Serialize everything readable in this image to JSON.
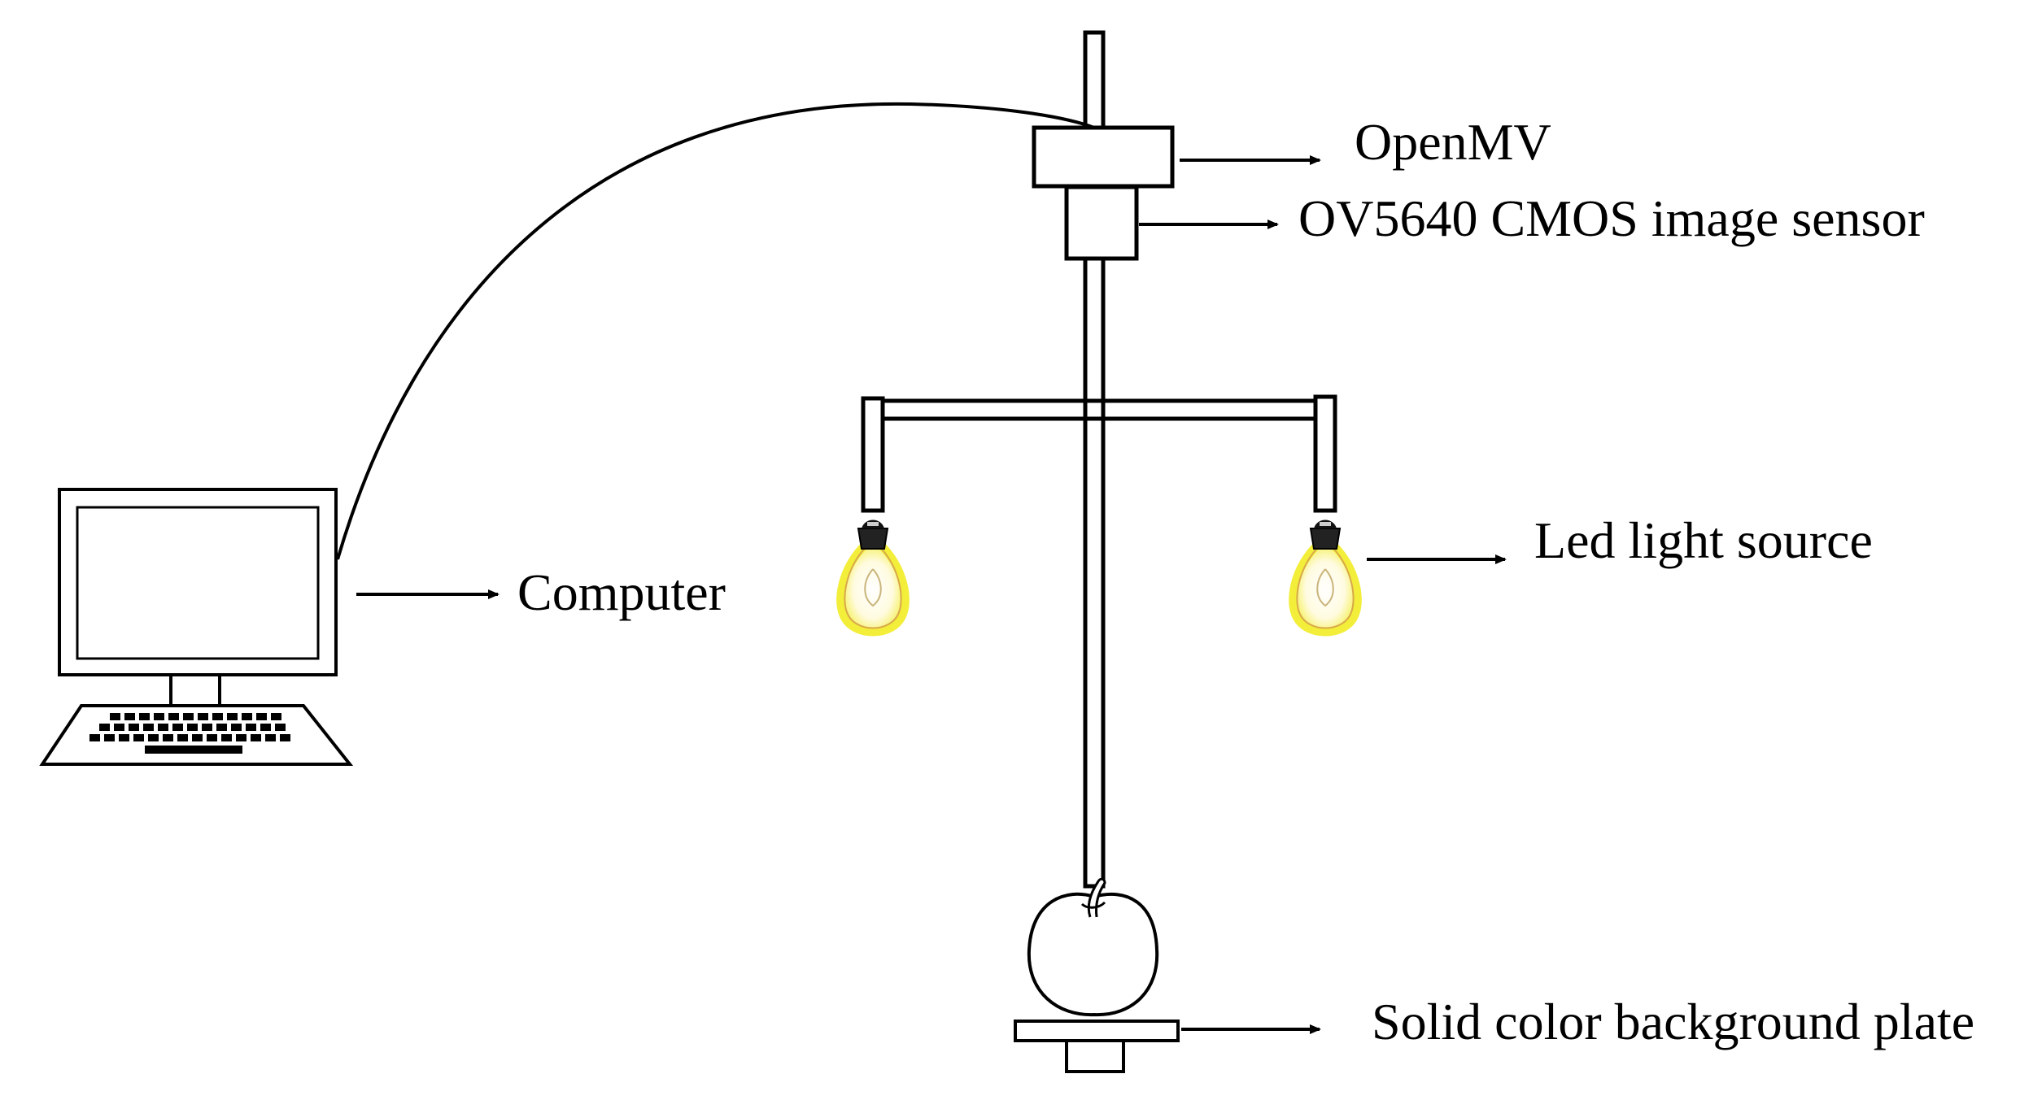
{
  "labels": {
    "openmv": "OpenMV",
    "sensor": "OV5640 CMOS image sensor",
    "led": "Led light source",
    "computer": "Computer",
    "plate": "Solid color background plate"
  },
  "colors": {
    "line": "#000000",
    "bulb_glow": "#f2ee3a",
    "bulb_glass": "#fffbe6",
    "background": "#ffffff"
  },
  "icons": {
    "computer": "desktop-computer-icon",
    "bulb": "light-bulb-icon",
    "fruit": "apple-icon"
  }
}
